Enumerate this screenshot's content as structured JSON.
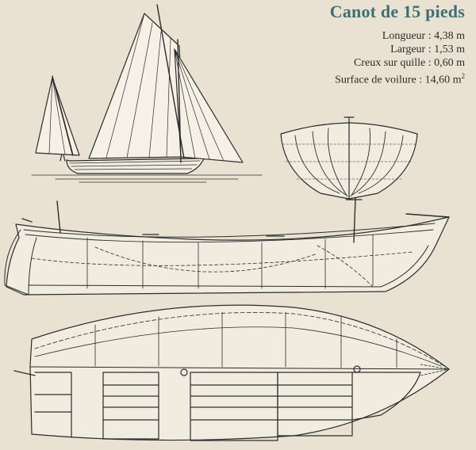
{
  "title": "Canot de 15 pieds",
  "specs": [
    {
      "label": "Longueur",
      "value": "4,38 m"
    },
    {
      "label": "Largeur",
      "value": "1,53 m"
    },
    {
      "label": "Creux sur quille",
      "value": "0,60 m"
    },
    {
      "label": "Surface de voilure",
      "value": "14,60 m",
      "sup": "2"
    }
  ],
  "colors": {
    "background": "#e9e2d2",
    "title": "#3f6f74",
    "ink": "#2c2c2c"
  }
}
